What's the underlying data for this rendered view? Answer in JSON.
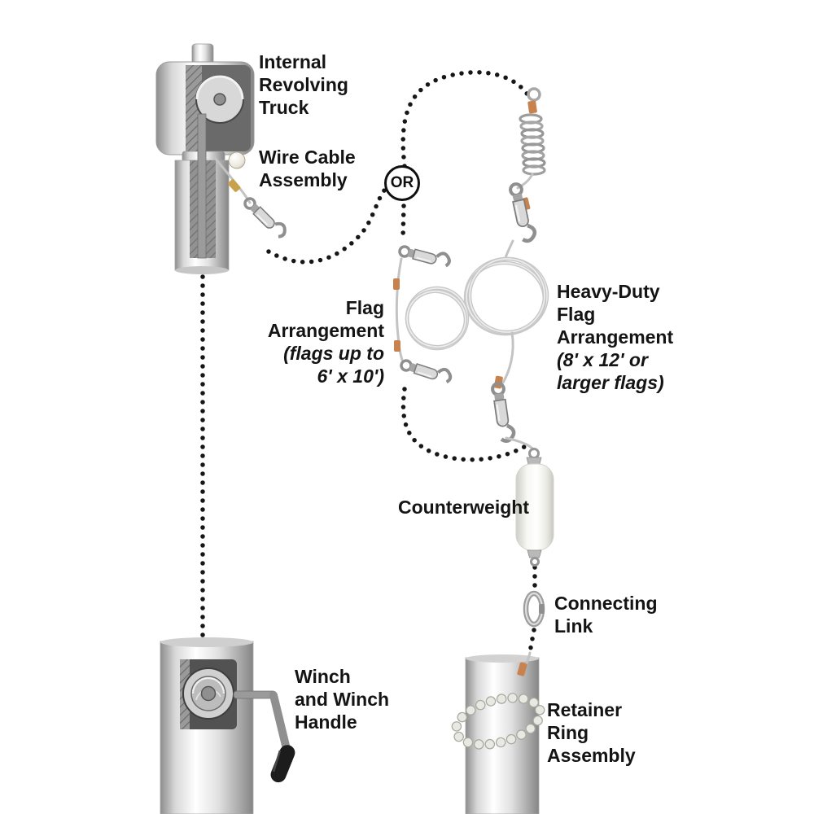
{
  "diagram": {
    "title_hint": "Internal halyard flagpole parts diagram",
    "or_label": "OR",
    "labels": {
      "internal_revolving_truck": "Internal\nRevolving\nTruck",
      "wire_cable_assembly": "Wire Cable\nAssembly",
      "flag_arrangement_title": "Flag\nArrangement",
      "flag_arrangement_note": "(flags up to\n6' x 10')",
      "heavy_duty_title": "Heavy-Duty\nFlag\nArrangement",
      "heavy_duty_note": "(8' x 12' or\nlarger flags)",
      "counterweight": "Counterweight",
      "connecting_link": "Connecting\nLink",
      "retainer_ring_assembly": "Retainer\nRing\nAssembly",
      "winch_and_handle": "Winch\nand Winch\nHandle"
    },
    "colors": {
      "text": "#141414",
      "dotted_line": "#161616",
      "crimp_sleeve": "#c8824e",
      "brass_fitting": "#c9a14b",
      "metal_light": "#ffffff",
      "metal_dark": "#8a8a8a"
    }
  }
}
